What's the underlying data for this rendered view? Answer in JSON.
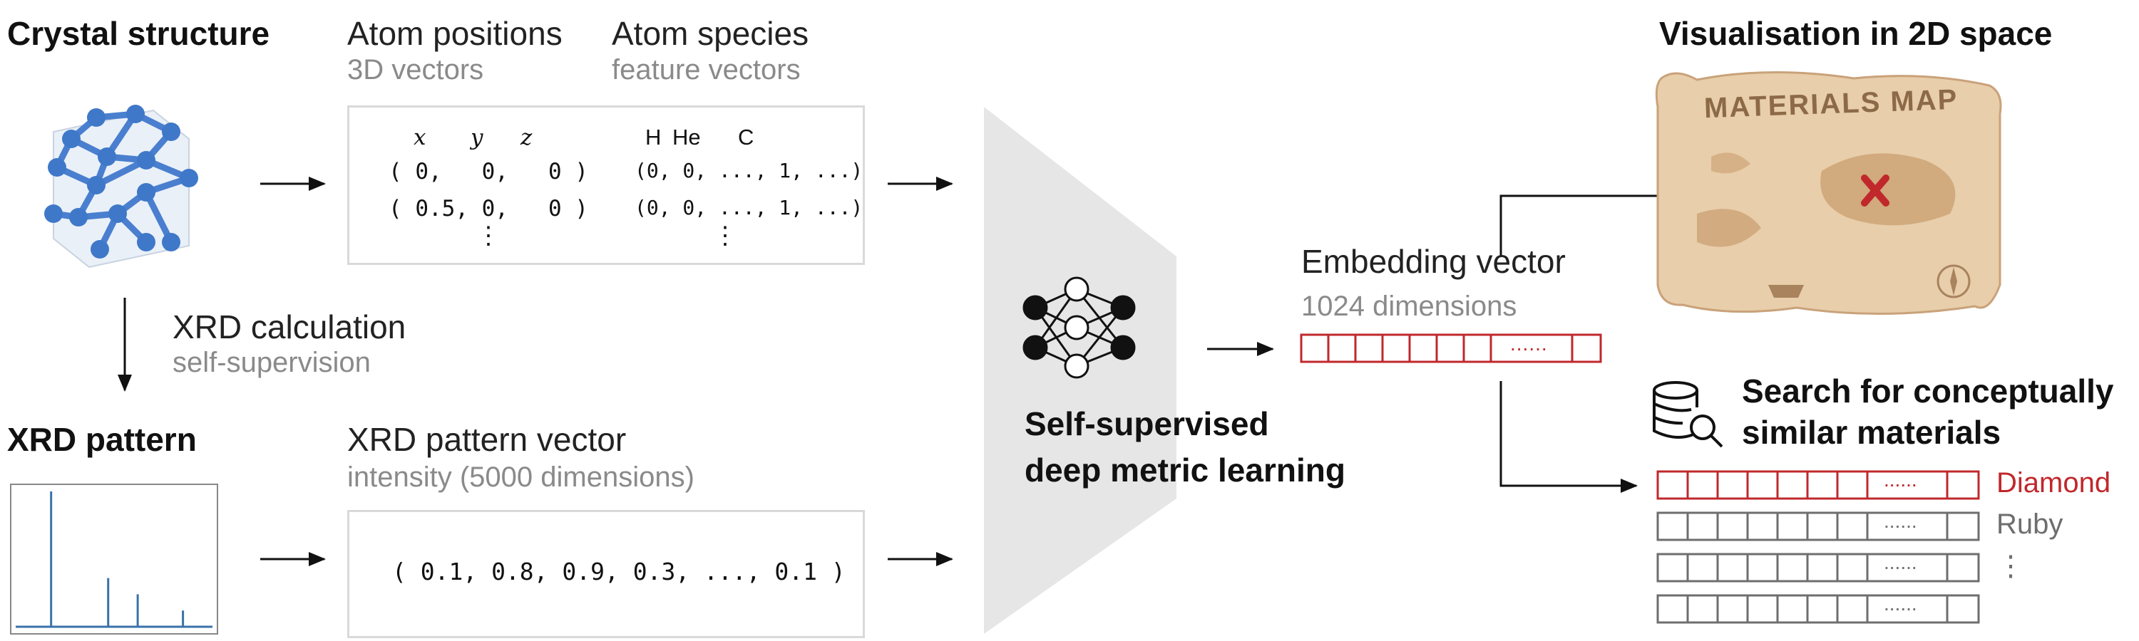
{
  "crystal": {
    "title": "Crystal structure"
  },
  "atom_positions": {
    "title": "Atom positions",
    "sub": "3D vectors",
    "headers": [
      "x",
      "y",
      "z"
    ],
    "rows": [
      "( 0,   0,   0 )",
      "( 0.5, 0,   0 )"
    ],
    "ellipsis": "⋮"
  },
  "atom_species": {
    "title": "Atom species",
    "sub": "feature vectors",
    "headers": [
      "H",
      "He",
      "C"
    ],
    "rows": [
      "(0, 0, ..., 1, ...)",
      "(0, 0, ..., 1, ...)"
    ],
    "ellipsis": "⋮"
  },
  "xrd_calc": {
    "title": "XRD calculation",
    "sub": "self-supervision"
  },
  "xrd_pattern": {
    "title": "XRD pattern",
    "peaks": [
      {
        "position": 0.18,
        "intensity": 1.0
      },
      {
        "position": 0.47,
        "intensity": 0.36
      },
      {
        "position": 0.62,
        "intensity": 0.24
      },
      {
        "position": 0.85,
        "intensity": 0.12
      }
    ]
  },
  "xrd_vector": {
    "title": "XRD pattern vector",
    "sub": "intensity (5000 dimensions)",
    "value": "( 0.1, 0.8, 0.9, 0.3, ..., 0.1 )"
  },
  "network": {
    "label_line1": "Self-supervised",
    "label_line2": "deep metric learning"
  },
  "embedding": {
    "title": "Embedding vector",
    "sub": "1024 dimensions",
    "dots": "......"
  },
  "visualisation": {
    "title": "Visualisation in 2D space",
    "map_label": "MATERIALS MAP"
  },
  "search": {
    "title_line1": "Search for conceptually",
    "title_line2": "similar materials",
    "results": [
      {
        "name": "Diamond",
        "color": "#c0282c"
      },
      {
        "name": "Ruby",
        "color": "#6e6e6e"
      },
      {
        "name": "⋮",
        "color": "#6e6e6e"
      },
      {
        "name": "",
        "color": "#6e6e6e"
      }
    ],
    "dots": "......"
  },
  "colors": {
    "accent_red": "#c0282c",
    "gray_box": "#e6e6e6",
    "atom_blue": "#3f78c8",
    "xrd_line": "#3a72a8"
  }
}
